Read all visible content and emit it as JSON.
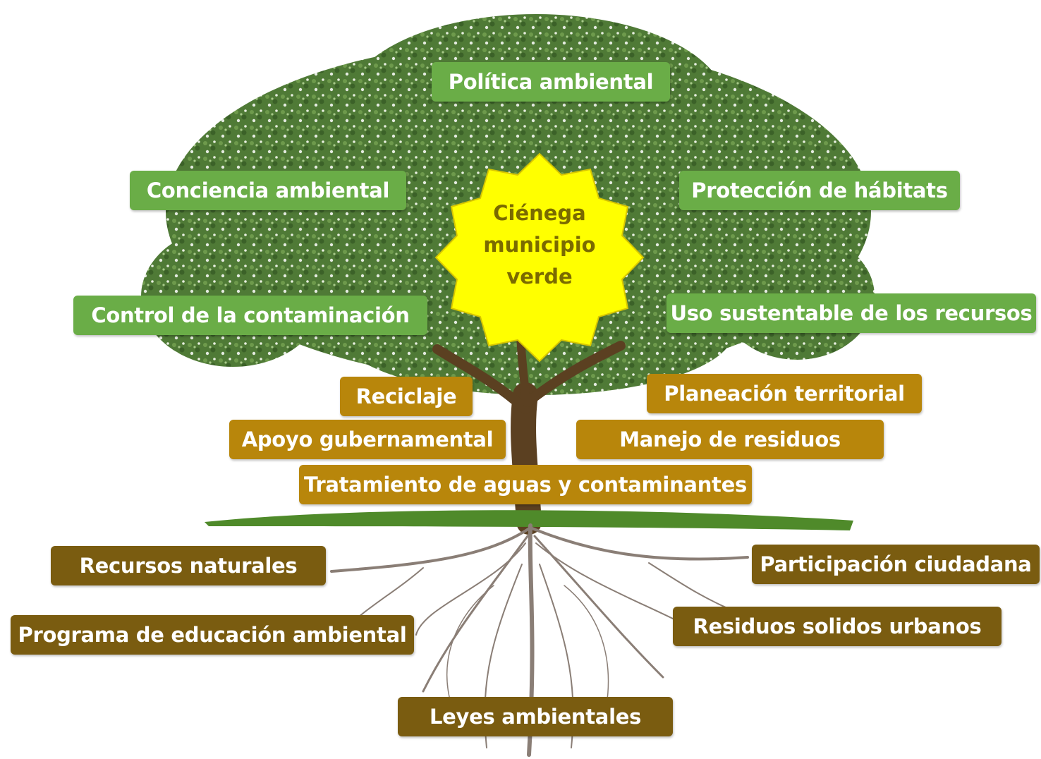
{
  "center": {
    "lines": [
      "Ciénega",
      "municipio",
      "verde"
    ],
    "color": "#ffff00"
  },
  "canopy_labels": [
    "Política ambiental",
    "Conciencia ambiental",
    "Protección de hábitats",
    "Control de la contaminación",
    "Uso sustentable de los recursos"
  ],
  "trunk_labels": [
    "Reciclaje",
    "Planeación territorial",
    "Apoyo gubernamental",
    "Manejo de residuos",
    "Tratamiento de aguas y contaminantes"
  ],
  "root_labels": [
    "Recursos naturales",
    "Participación ciudadana",
    "Programa de educación ambiental",
    "Residuos solidos urbanos",
    "Leyes ambientales"
  ],
  "colors": {
    "canopy": "#6aad47",
    "trunk": "#b8860b",
    "root": "#7a5c10"
  }
}
